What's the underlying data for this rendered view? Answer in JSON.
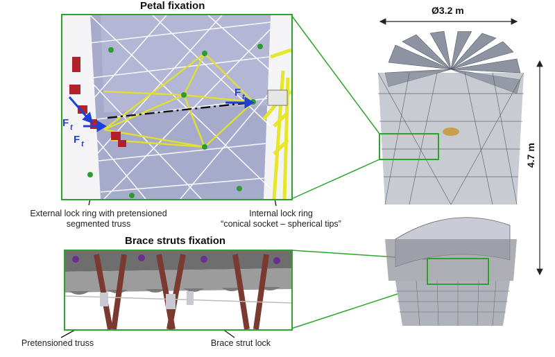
{
  "petal_panel": {
    "title": "Petal fixation"
  },
  "brace_panel": {
    "title": "Brace struts fixation"
  },
  "labels": {
    "external_lock": "External lock ring with pretensioned segmented truss",
    "internal_lock_line1": "Internal lock ring",
    "internal_lock_line2": "“conical socket – spherical tips”",
    "pretensioned_truss": "Pretensioned truss",
    "brace_strut_lock": "Brace strut lock"
  },
  "force_labels": {
    "ft_a": "F",
    "ft_b": "F",
    "ft_c": "F",
    "sub": "t"
  },
  "dimensions": {
    "diameter": "Ø3.2 m",
    "height": "4.7 m"
  },
  "colors": {
    "frame": "#2aa52a",
    "force": "#1f3fd6",
    "structure": "#8a8fa8",
    "yellow_truss": "#e6e62a"
  }
}
